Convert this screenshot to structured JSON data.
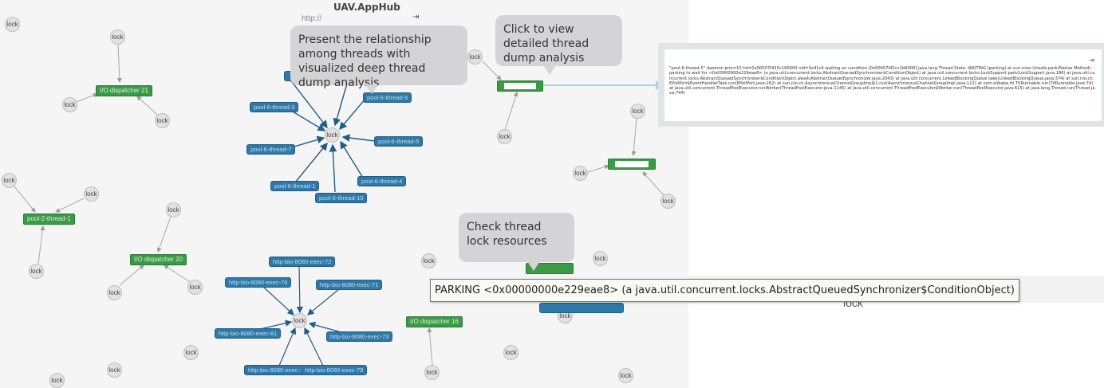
{
  "app": {
    "title": "UAV.AppHub",
    "url_text": "http://",
    "url_icon": "exit-icon"
  },
  "graph": {
    "lock_label": "lock",
    "green_nodes": [
      "I/O dispatcher 21",
      "pool-2-thread-1",
      "I/O dispatcher 20",
      "I/O dispatcher 16"
    ],
    "hidden_green_nodes": [
      "selected-thread-node",
      "thread-node-right"
    ],
    "pool_threads": [
      "pool-6-thread-3",
      "pool-6-thread-6",
      "pool-6-thread-7",
      "pool-6-thread-5",
      "pool-6-thread-1",
      "pool-6-thread-4",
      "pool-6-thread-10"
    ],
    "http_threads": [
      "http-bio-8080-exec-72",
      "http-bio-8080-exec-76",
      "http-bio-8080-exec-71",
      "http-bio-8080-exec-81",
      "http-bio-8080-exec-73",
      "http-bio-8080-exec-80",
      "http-bio-8080-exec-79"
    ]
  },
  "callouts": {
    "relationship": "Present the relationship among threads with visualized deep thread dump analysis",
    "click_view": "Click to view detailed thread dump analysis",
    "check_lock": "Check thread lock resources"
  },
  "dump_panel": {
    "text": "\"pool-6-thread-5\" daemon prio=10 tid=0x00007f425c190000 nid=0x41c4 waiting on condition [0x00007f42cc1b6000] java.lang.Thread.State: WAITING (parking) at sun.misc.Unsafe.park(Native Method) - parking to wait for <0x00000000e229eae8> (a java.util.concurrent.locks.AbstractQueuedSynchronizer$ConditionObject) at java.util.concurrent.locks.LockSupport.park(LockSupport.java:186) at java.util.concurrent.locks.AbstractQueuedSynchronizer$ConditionObject.await(AbstractQueuedSynchronizer.java:2043) at java.util.concurrent.LinkedBlockingQueue.take(LinkedBlockingQueue.java:374) at sun.nio.ch.EPollPort$EventHandlerTask.run(EPollPort.java:262) at sun.nio.ch.AsynchronousChannelGroupImpl$1.run(AsynchronousChannelGroupImpl.java:112) at com.alibaba.ttl.TtlRunnable.run(TtlRunnable.java:74) at java.util.concurrent.ThreadPoolExecutor.runWorker(ThreadPoolExecutor.java:1145) at java.util.concurrent.ThreadPoolExecutor$Worker.run(ThreadPoolExecutor.java:615) at java.lang.Thread.run(Thread.java:744)",
    "close_icon": "exit-icon"
  },
  "tooltip": {
    "text": "PARKING <0x00000000e229eae8> (a java.util.concurrent.locks.AbstractQueuedSynchronizer$ConditionObject)"
  },
  "colors": {
    "green_node": "#3a9a45",
    "blue_node": "#2f78a7",
    "bubble": "#d4d4d7",
    "link_arrow": "#9fd6ee"
  }
}
